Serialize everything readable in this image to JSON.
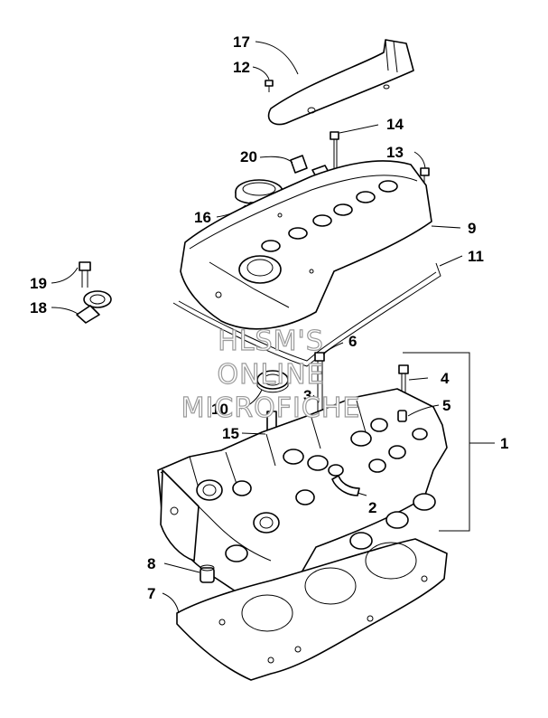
{
  "watermark": {
    "line1": "HLSM'S",
    "line2": "ONLINE",
    "line3": "MICROFICHE"
  },
  "callouts": {
    "c1": "1",
    "c2": "2",
    "c3": "3",
    "c4": "4",
    "c5": "5",
    "c6": "6",
    "c7": "7",
    "c8": "8",
    "c9": "9",
    "c10": "10",
    "c11": "11",
    "c12": "12",
    "c13": "13",
    "c14": "14",
    "c15": "15",
    "c16": "16",
    "c17": "17",
    "c18": "18",
    "c19": "19",
    "c20": "20"
  }
}
